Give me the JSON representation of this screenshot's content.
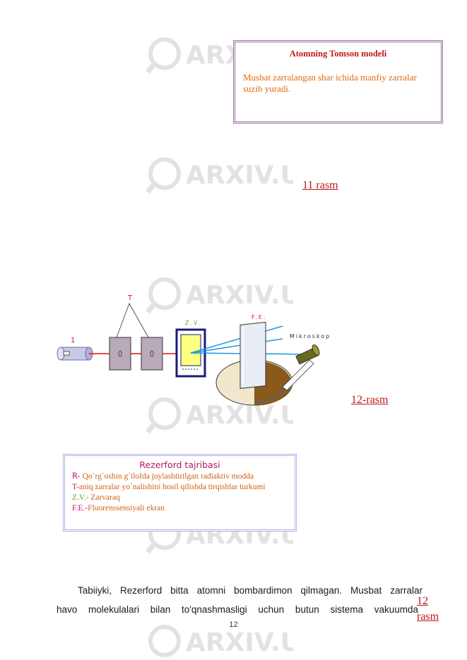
{
  "watermark": {
    "text": "ARXIV.UZ"
  },
  "tomson_box": {
    "title": "Atomning Tomson modeli",
    "text": "Musbat zarralangan shar ichida manfiy zarralar suzib yuradi."
  },
  "caption_11": "11 rasm",
  "diagram": {
    "label_T": "T",
    "label_1": "1",
    "label_ZV": "Z.V.",
    "label_FE": "F.E.",
    "label_microscope": "Mikroskop"
  },
  "caption_12": "12-rasm",
  "rezerford_box": {
    "title": "Rezerford tajribasi",
    "lines": [
      {
        "key": "R-",
        "key_color": "#d01070",
        "text": " Qo`rg`oshin g`ilofda joylashtirilgan radiaktiv modda"
      },
      {
        "key": "T-",
        "key_color": "#d01070",
        "text": "aniq zarralar yo`nalishini hosil qilishda tirqishlar turkumi"
      },
      {
        "key": "Z.V.-",
        "key_color": "#6aa020",
        "text": " Zarvaraq"
      },
      {
        "key": "F.E.-",
        "key_color": "#d01070",
        "text": "Fluorenssensiyali ekran"
      }
    ]
  },
  "body_text": {
    "line1": "Tabiiyki, Rezerford bitta atomni bombardimon qilmagan. Musbat zarralar",
    "line2": "havo molekulalari bilan to'qnashmasligi uchun butun sistema vakuumda"
  },
  "side_caption": {
    "line1": "12",
    "line2": "rasm"
  },
  "page_number": "12"
}
